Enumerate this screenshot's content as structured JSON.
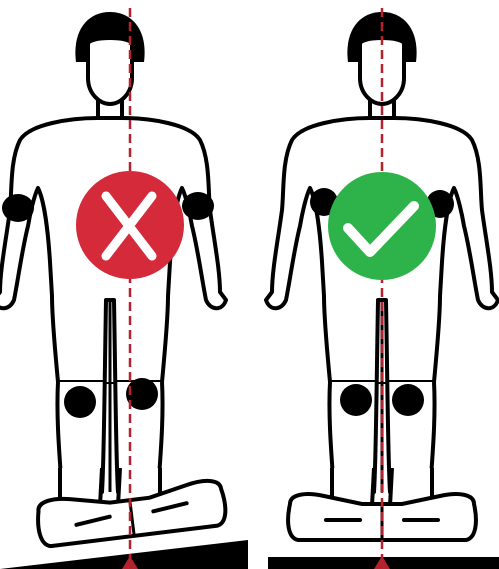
{
  "diagram": {
    "panels": [
      {
        "id": "incorrect",
        "verdict": "incorrect",
        "badge_icon": "x-mark-icon",
        "badge_color": "#d42a3a",
        "surface": "sloped"
      },
      {
        "id": "correct",
        "verdict": "correct",
        "badge_icon": "check-mark-icon",
        "badge_color": "#2db34a",
        "surface": "level"
      }
    ],
    "colors": {
      "outline": "#000000",
      "fill": "#ffffff",
      "pads": "#000000",
      "center_line": "#b5222d",
      "ground": "#000000"
    }
  }
}
